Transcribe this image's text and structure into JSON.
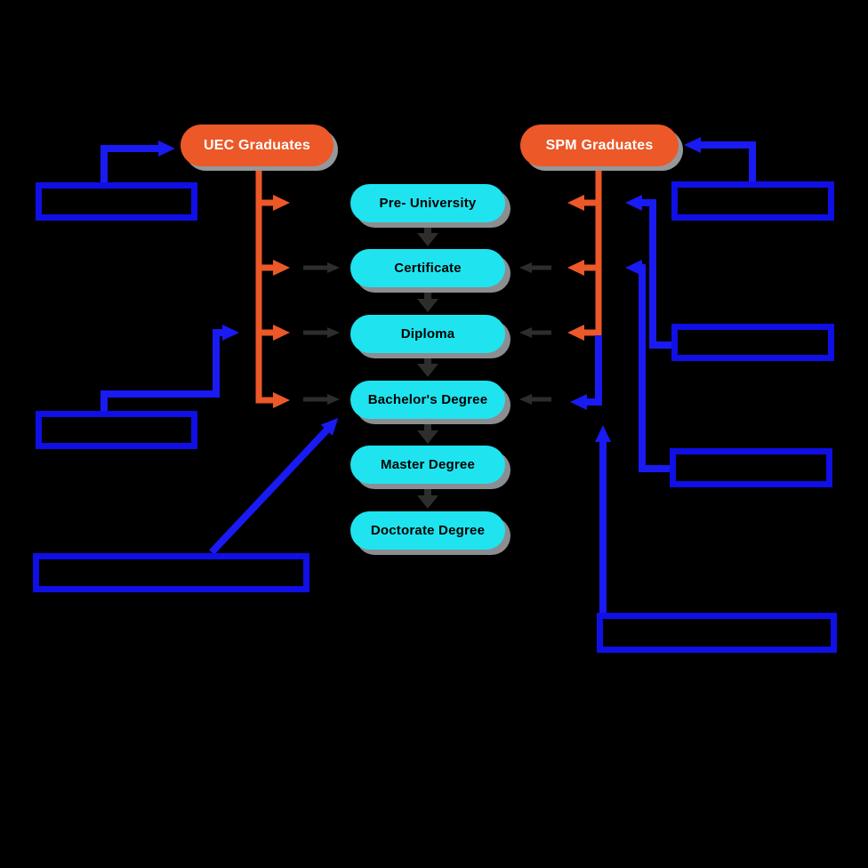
{
  "diagram": {
    "title_hint": "Education pathway flowchart",
    "background": "#000000",
    "colors": {
      "source_fill": "#EC5828",
      "source_text": "#FFFFFF",
      "level_fill": "#1FE4EF",
      "level_text": "#000000",
      "connector_blue": "#1A1AF2",
      "note_box_border": "#0F0FE6",
      "transfer_arrow_dark": "#2D2D2D",
      "pill_shadow": "#8B8E91"
    },
    "sources": [
      {
        "id": "uec",
        "label": "UEC Graduates"
      },
      {
        "id": "spm",
        "label": "SPM Graduates"
      }
    ],
    "levels": [
      {
        "label": "Pre- University"
      },
      {
        "label": "Certificate"
      },
      {
        "label": "Diploma"
      },
      {
        "label": "Bachelor's Degree"
      },
      {
        "label": "Master Degree"
      },
      {
        "label": "Doctorate Degree"
      }
    ],
    "empty_note_boxes": {
      "left": [
        "left-note-top",
        "left-note-middle",
        "left-note-bottom"
      ],
      "right": [
        "right-note-top",
        "right-note-upper",
        "right-note-lower",
        "right-note-bottom"
      ]
    },
    "edges": [
      {
        "from": "left-note-top",
        "to": "uec-graduates",
        "color": "blue"
      },
      {
        "from": "uec-graduates",
        "to": "pre-university",
        "color": "orange"
      },
      {
        "from": "uec-graduates",
        "to": "certificate",
        "color": "orange"
      },
      {
        "from": "uec-graduates",
        "to": "diploma",
        "color": "orange"
      },
      {
        "from": "uec-graduates",
        "to": "bachelors-degree",
        "color": "orange"
      },
      {
        "from": "left-note-middle",
        "to": "diploma-branch",
        "color": "blue"
      },
      {
        "from": "left-note-bottom",
        "to": "bachelors-degree",
        "color": "blue"
      },
      {
        "from": "pre-university",
        "to": "certificate",
        "color": "dark"
      },
      {
        "from": "certificate",
        "to": "diploma",
        "color": "dark"
      },
      {
        "from": "diploma",
        "to": "bachelors-degree",
        "color": "dark"
      },
      {
        "from": "bachelors-degree",
        "to": "master-degree",
        "color": "dark"
      },
      {
        "from": "master-degree",
        "to": "doctorate-degree",
        "color": "dark"
      },
      {
        "from": "right-note-top",
        "to": "spm-graduates",
        "color": "blue"
      },
      {
        "from": "spm-graduates",
        "to": "pre-university",
        "color": "orange"
      },
      {
        "from": "spm-graduates",
        "to": "certificate",
        "color": "orange"
      },
      {
        "from": "spm-graduates",
        "to": "diploma",
        "color": "orange"
      },
      {
        "from": "spm-graduates",
        "to": "bachelors-degree",
        "color": "blue"
      },
      {
        "from": "right-note-upper",
        "to": "pre-university-branch",
        "color": "blue"
      },
      {
        "from": "right-note-lower",
        "to": "certificate-branch",
        "color": "blue"
      },
      {
        "from": "right-note-bottom",
        "to": "bachelors-branch",
        "color": "blue"
      }
    ]
  }
}
